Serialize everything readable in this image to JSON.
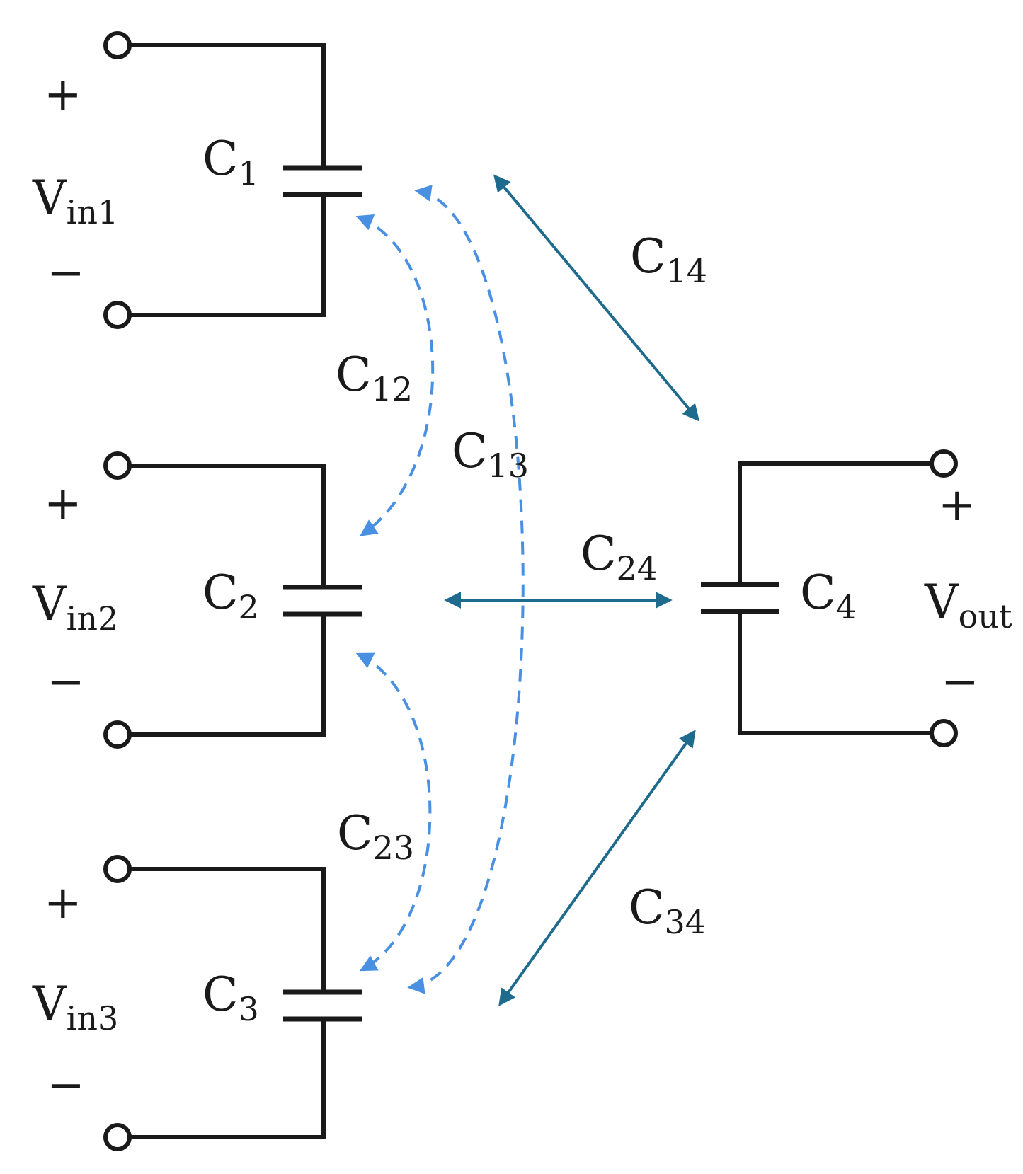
{
  "colors": {
    "wire": "#1a1a1a",
    "solid_coupling": "#1f6b8e",
    "dashed_coupling": "#4a90e2"
  },
  "inputs": [
    {
      "v_main": "V",
      "v_sub": "in1",
      "c_main": "C",
      "c_sub": "1",
      "plus": "+",
      "minus": "−"
    },
    {
      "v_main": "V",
      "v_sub": "in2",
      "c_main": "C",
      "c_sub": "2",
      "plus": "+",
      "minus": "−"
    },
    {
      "v_main": "V",
      "v_sub": "in3",
      "c_main": "C",
      "c_sub": "3",
      "plus": "+",
      "minus": "−"
    }
  ],
  "output": {
    "v_main": "V",
    "v_sub": "out",
    "c_main": "C",
    "c_sub": "4",
    "plus": "+",
    "minus": "−"
  },
  "couplings": {
    "c12": {
      "main": "C",
      "sub": "12"
    },
    "c13": {
      "main": "C",
      "sub": "13"
    },
    "c14": {
      "main": "C",
      "sub": "14"
    },
    "c23": {
      "main": "C",
      "sub": "23"
    },
    "c24": {
      "main": "C",
      "sub": "24"
    },
    "c34": {
      "main": "C",
      "sub": "34"
    }
  }
}
